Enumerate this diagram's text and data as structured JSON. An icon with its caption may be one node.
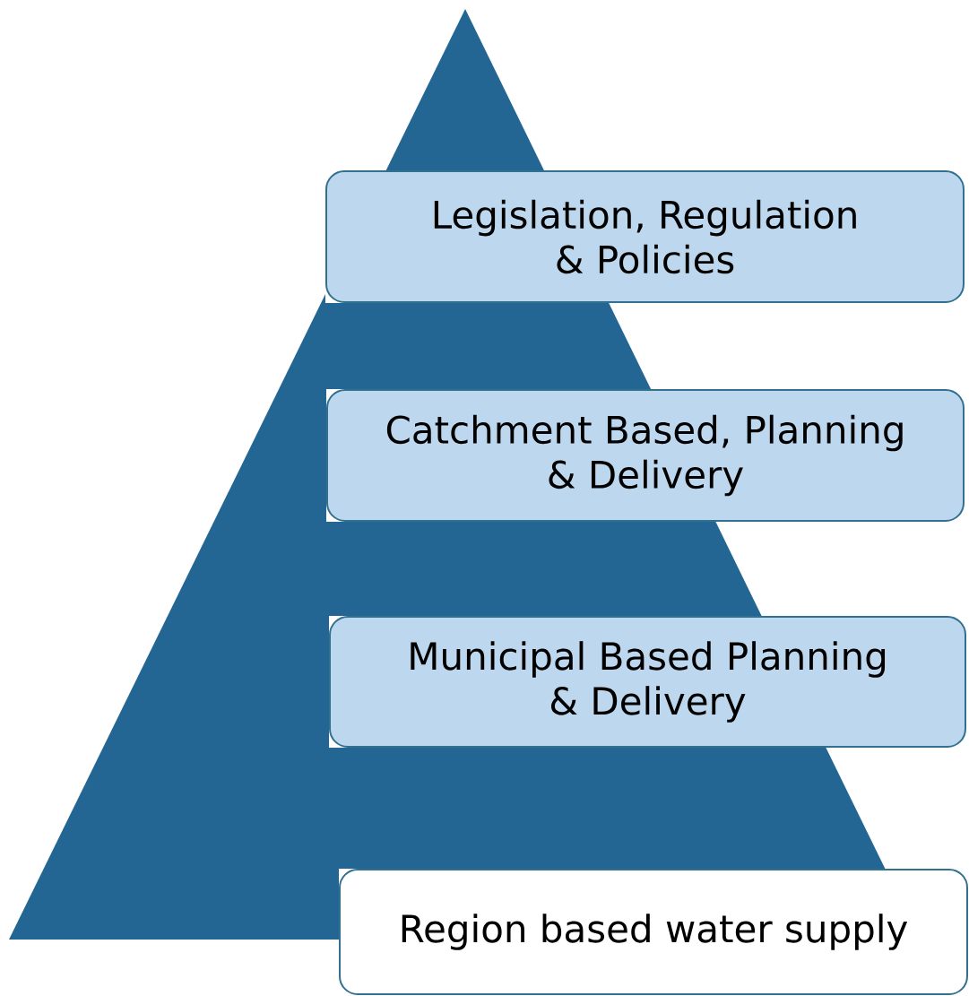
{
  "diagram": {
    "nodes": [
      {
        "text": [],
        "shape": "triangle"
      },
      {
        "text": [
          "Legislation, Regulation & Policies"
        ]
      },
      {
        "text": [
          "Catchment Based, Planning & Delivery"
        ]
      },
      {
        "text": [
          "Municipal Based Planning & Delivery"
        ]
      },
      {
        "text": [
          "Region based water supply"
        ]
      }
    ]
  }
}
